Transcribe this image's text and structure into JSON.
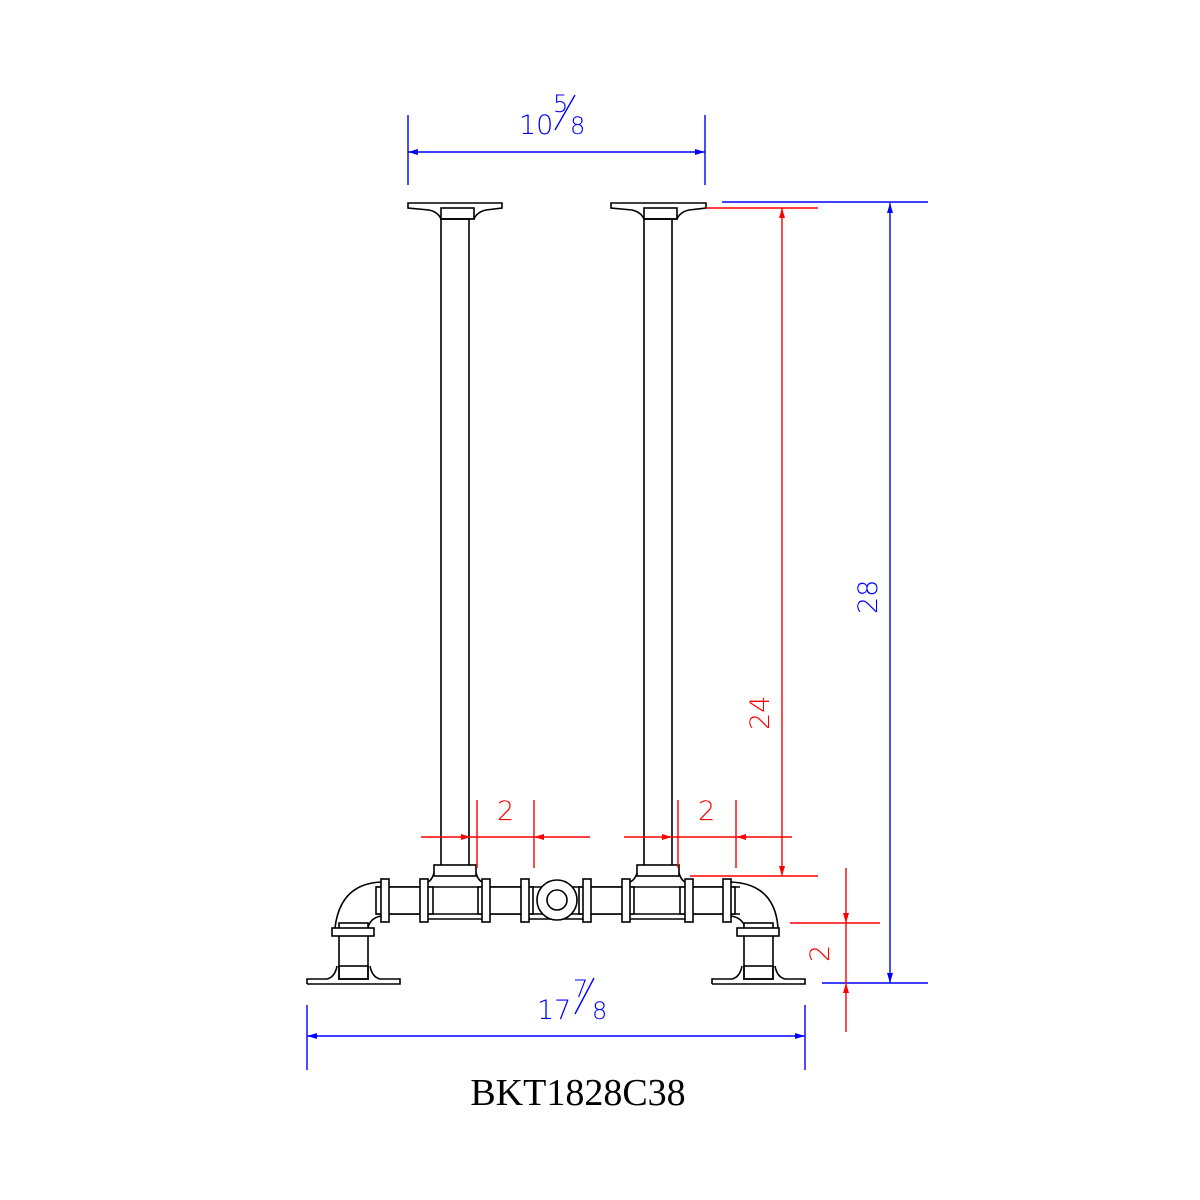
{
  "drawing": {
    "model_label": "BKT1828C38",
    "colors": {
      "outline": "#000000",
      "overall_dims": "#0000ff",
      "detail_dims": "#ff0000"
    },
    "dimensions": {
      "top_width": {
        "whole": "10",
        "num": "5",
        "den": "8"
      },
      "base_width": {
        "whole": "17",
        "num": "7",
        "den": "8"
      },
      "overall_height": "28",
      "leg_height": "24",
      "left_offset": "2",
      "right_offset": "2",
      "base_height": "2"
    }
  }
}
